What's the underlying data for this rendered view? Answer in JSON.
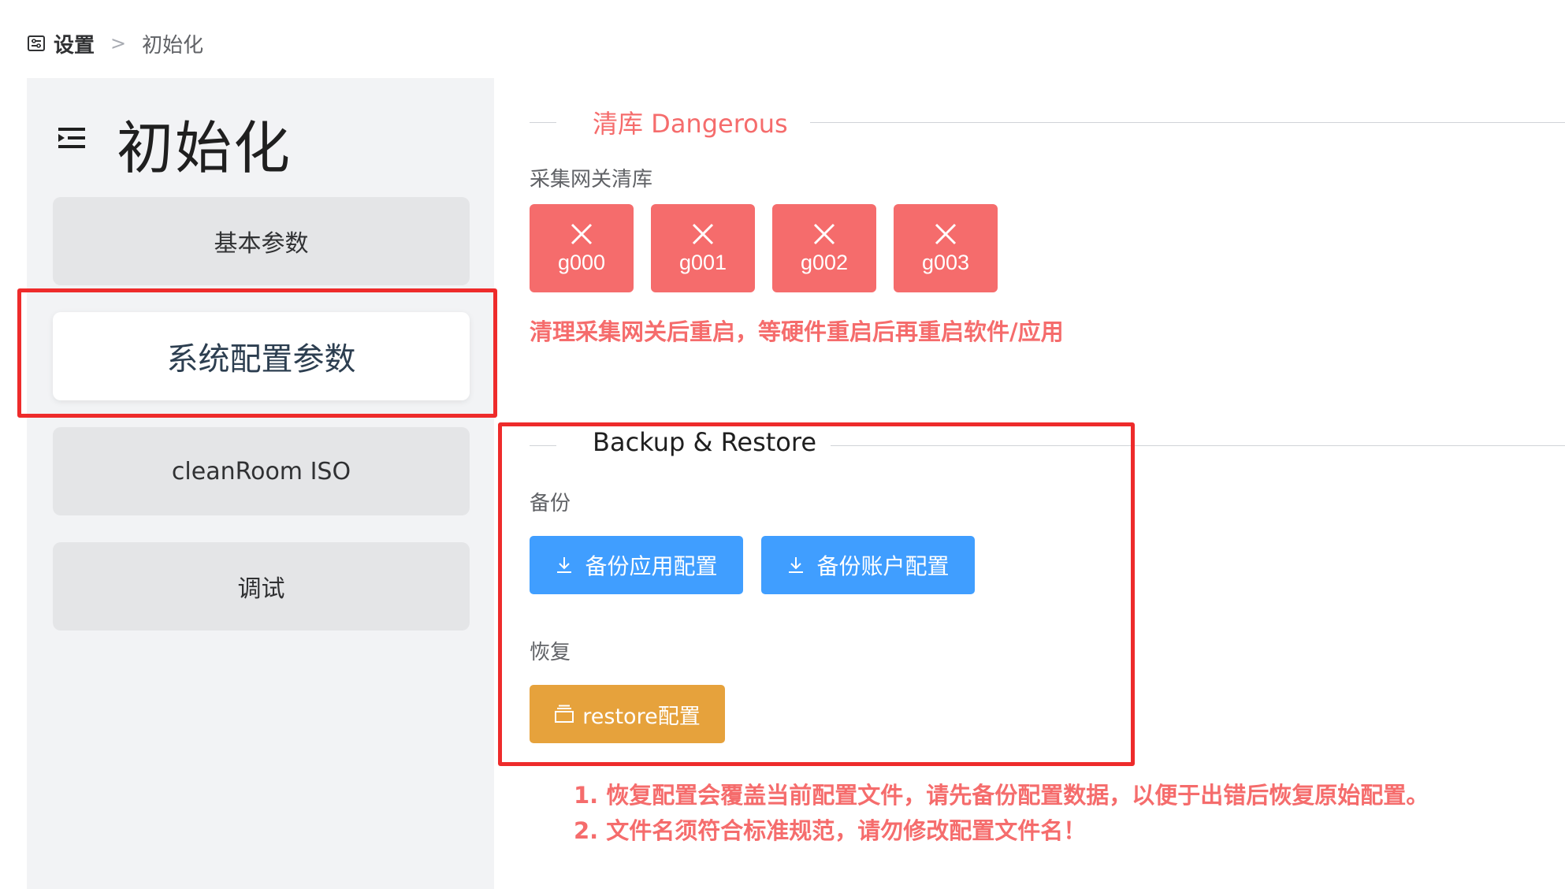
{
  "breadcrumb": {
    "icon": "settings-panel-icon",
    "root": "设置",
    "separator": ">",
    "current": "初始化"
  },
  "sidebar": {
    "menu_icon": "menu-fold-icon",
    "title": "初始化",
    "items": [
      {
        "label": "基本参数",
        "active": false
      },
      {
        "label": "系统配置参数",
        "active": true
      },
      {
        "label": "cleanRoom ISO",
        "active": false
      },
      {
        "label": "调试",
        "active": false
      }
    ]
  },
  "danger_section": {
    "title": "清库 Dangerous",
    "label": "采集网关清库",
    "buttons": [
      {
        "icon": "close-icon",
        "label": "g000"
      },
      {
        "icon": "close-icon",
        "label": "g001"
      },
      {
        "icon": "close-icon",
        "label": "g002"
      },
      {
        "icon": "close-icon",
        "label": "g003"
      }
    ],
    "note": "清理采集网关后重启，等硬件重启后再重启软件/应用"
  },
  "backup_section": {
    "title": "Backup & Restore",
    "backup_label": "备份",
    "backup_app_button": "备份应用配置",
    "backup_account_button": "备份账户配置",
    "restore_label": "恢复",
    "restore_button": "restore配置",
    "notes": [
      "1. 恢复配置会覆盖当前配置文件，请先备份配置数据，以便于出错后恢复原始配置。",
      "2. 文件名须符合标准规范，请勿修改配置文件名！"
    ]
  },
  "colors": {
    "danger": "#f56c6c",
    "primary": "#409eff",
    "warning": "#e6a23c",
    "highlight_box": "#ee2b2b",
    "sidebar_bg": "#f2f3f5"
  }
}
